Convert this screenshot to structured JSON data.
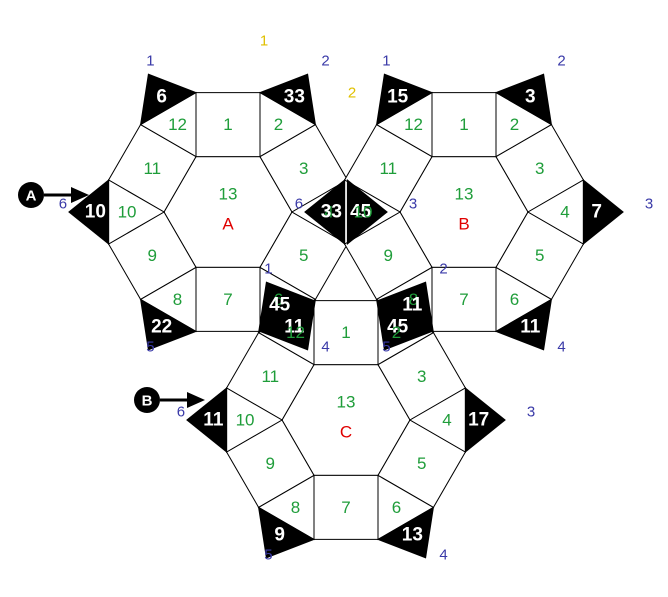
{
  "colors": {
    "cell_number": "#1f9d3a",
    "hex_label": "#e00000",
    "corner_number": "#3a3aa8",
    "overlay_digit": "#e0c000",
    "triangle_fill": "#000000",
    "triangle_text": "#ffffff"
  },
  "entry_markers": [
    {
      "letter": "A",
      "icon": "arrow-right-icon"
    },
    {
      "letter": "B",
      "icon": "arrow-right-icon"
    }
  ],
  "hexes": [
    {
      "label": "A",
      "center_value": "13",
      "cells": [
        "1",
        "2",
        "3",
        "4",
        "5",
        "6",
        "7",
        "8",
        "9",
        "10",
        "11",
        "12"
      ],
      "triangles": [
        "6",
        "33",
        "45",
        "11",
        "22",
        "10"
      ],
      "corner_numbers": [
        "1",
        "2",
        "3",
        "4",
        "5",
        "6"
      ]
    },
    {
      "label": "B",
      "center_value": "13",
      "cells": [
        "1",
        "2",
        "3",
        "4",
        "5",
        "6",
        "7",
        "8",
        "9",
        "10",
        "11",
        "12"
      ],
      "triangles": [
        "15",
        "3",
        "7",
        "11",
        "45",
        "33"
      ],
      "corner_numbers": [
        "1",
        "2",
        "3",
        "4",
        "5",
        "6"
      ]
    },
    {
      "label": "C",
      "center_value": "13",
      "cells": [
        "1",
        "2",
        "3",
        "4",
        "5",
        "6",
        "7",
        "8",
        "9",
        "10",
        "11",
        "12"
      ],
      "triangles": [
        "45",
        "11",
        "17",
        "13",
        "9",
        "11"
      ],
      "corner_numbers": [
        "1",
        "2",
        "3",
        "4",
        "5",
        "6"
      ]
    }
  ],
  "overlay_digits": [
    "1",
    "2"
  ]
}
